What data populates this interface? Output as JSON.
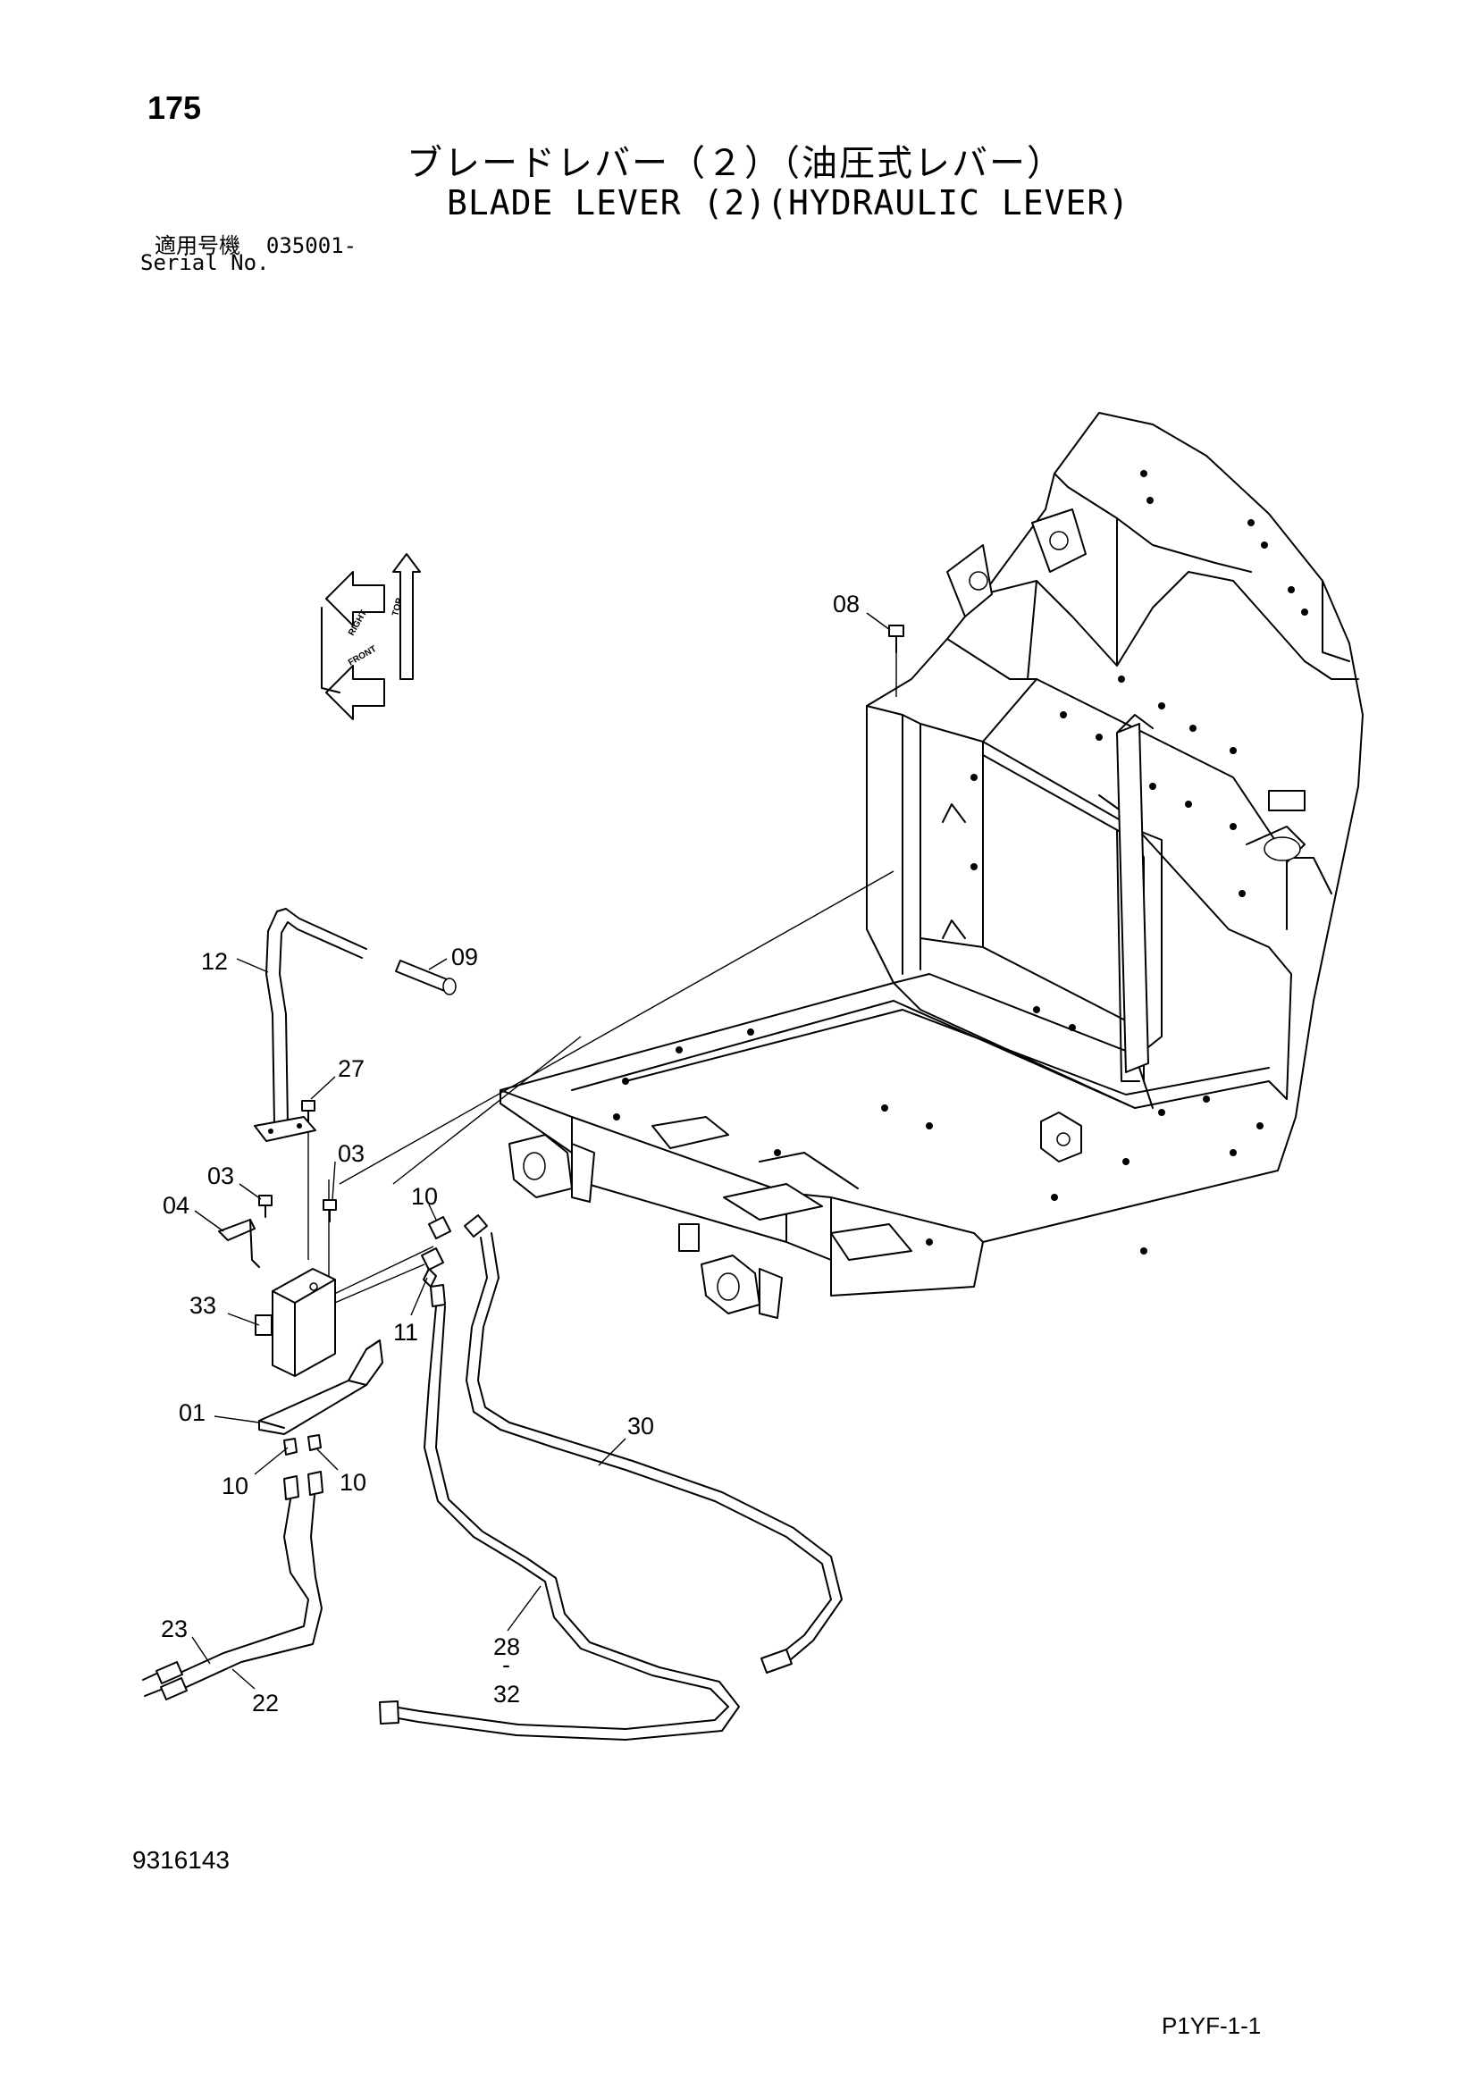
{
  "header": {
    "page_number": "175",
    "title_jp": "ブレードレバー（２）（油圧式レバー）",
    "title_en": "BLADE LEVER (2)(HYDRAULIC LEVER)",
    "serial_label_jp": "適用号機",
    "serial_value": "035001-",
    "serial_label_en": "Serial No."
  },
  "orientation": {
    "top": "TOP",
    "front": "FRONT",
    "right": "RIGHT"
  },
  "callouts": [
    "08",
    "12",
    "09",
    "27",
    "03",
    "03",
    "04",
    "33",
    "01",
    "10",
    "11",
    "10",
    "10",
    "30",
    "23",
    "22",
    "28",
    "-",
    "32"
  ],
  "footer": {
    "document_number": "9316143",
    "page_code": "P1YF-1-1"
  }
}
